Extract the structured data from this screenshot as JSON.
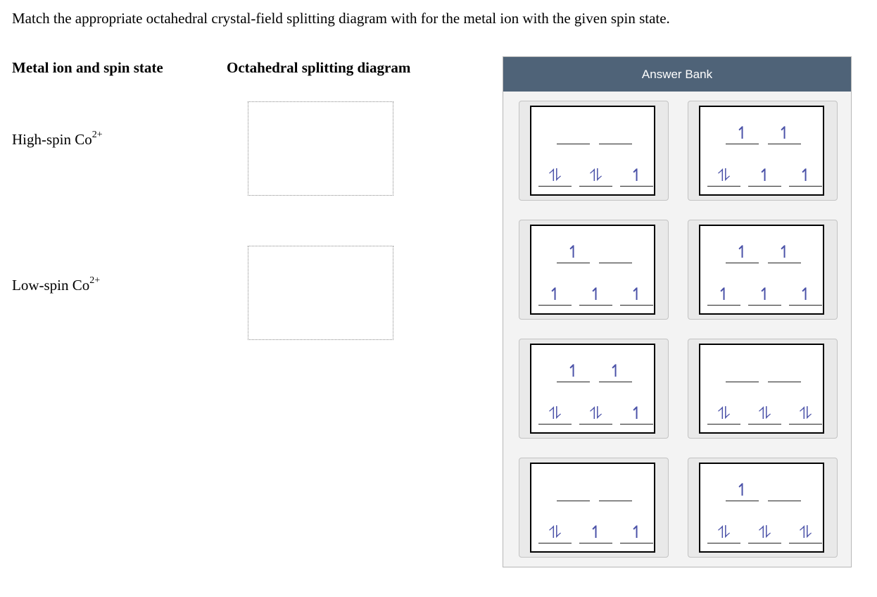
{
  "question": "Match the appropriate octahedral crystal-field splitting diagram with for the metal ion with the given spin state.",
  "columns": {
    "ion": "Metal ion and spin state",
    "diagram": "Octahedral splitting diagram"
  },
  "rows": [
    {
      "label": "High-spin Co",
      "charge": "2+"
    },
    {
      "label": "Low-spin Co",
      "charge": "2+"
    }
  ],
  "answer_bank": {
    "title": "Answer Bank",
    "up_symbol": "↿",
    "pair_symbol": "⥮",
    "tiles": [
      {
        "eg": [
          "",
          ""
        ],
        "t2g": [
          "⥮",
          "⥮",
          "↿"
        ]
      },
      {
        "eg": [
          "↿",
          "↿"
        ],
        "t2g": [
          "⥮",
          "↿",
          "↿"
        ]
      },
      {
        "eg": [
          "↿",
          ""
        ],
        "t2g": [
          "↿",
          "↿",
          "↿"
        ]
      },
      {
        "eg": [
          "↿",
          "↿"
        ],
        "t2g": [
          "↿",
          "↿",
          "↿"
        ]
      },
      {
        "eg": [
          "↿",
          "↿"
        ],
        "t2g": [
          "⥮",
          "⥮",
          "↿"
        ]
      },
      {
        "eg": [
          "",
          ""
        ],
        "t2g": [
          "⥮",
          "⥮",
          "⥮"
        ]
      },
      {
        "eg": [
          "",
          ""
        ],
        "t2g": [
          "⥮",
          "↿",
          "↿"
        ]
      },
      {
        "eg": [
          "↿",
          ""
        ],
        "t2g": [
          "⥮",
          "⥮",
          "⥮"
        ]
      }
    ]
  }
}
